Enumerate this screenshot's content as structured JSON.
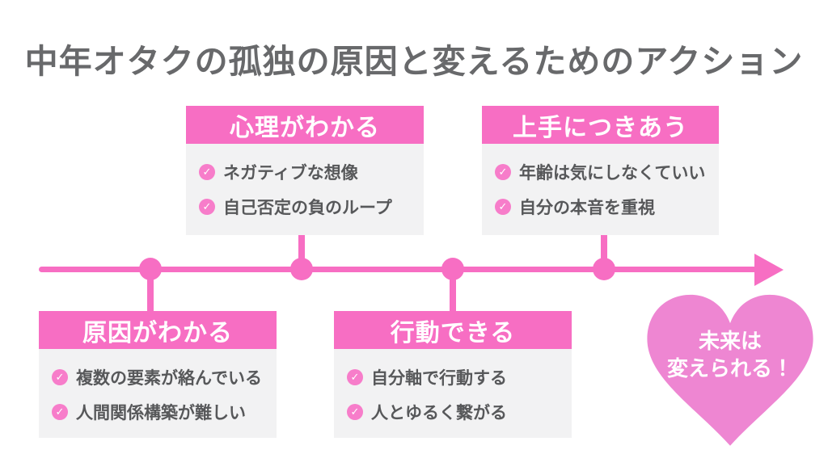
{
  "title": "中年オタクの孤独の原因と変えるためのアクション",
  "icons": {
    "check": "✓"
  },
  "colors": {
    "accent_pink": "#f76ec3",
    "check_pink": "#f77dca",
    "heart_pink": "#ee86d2",
    "panel_gray": "#f2f2f3",
    "title_gray": "#68696b",
    "item_gray": "#57585a"
  },
  "boxes": {
    "psychology": {
      "title": "心理がわかる",
      "items": [
        "ネガティブな想像",
        "自己否定の負のループ"
      ]
    },
    "relationships": {
      "title": "上手につきあう",
      "items": [
        "年齢は気にしなくていい",
        "自分の本音を重視"
      ]
    },
    "causes": {
      "title": "原因がわかる",
      "items": [
        "複数の要素が絡んでいる",
        "人間関係構築が難しい"
      ]
    },
    "action": {
      "title": "行動できる",
      "items": [
        "自分軸で行動する",
        "人とゆるく繋がる"
      ]
    }
  },
  "heart": {
    "lines": [
      "未来は",
      "変えられる！"
    ]
  }
}
